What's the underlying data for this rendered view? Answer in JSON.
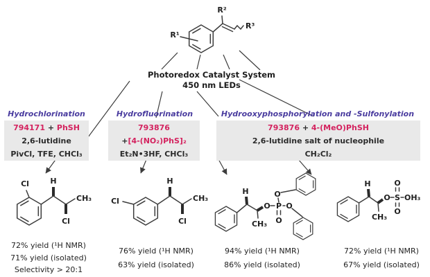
{
  "substrate": {
    "r1": "R¹",
    "r2": "R²",
    "r3": "R³"
  },
  "catalyst_system": {
    "line1": "Photoredox Catalyst System",
    "line2": "450 nm LEDs"
  },
  "branches": [
    {
      "title": "Hydrochlorination",
      "reagent_a": "794171",
      "plus": "+",
      "reagent_b": "PhSH",
      "base": "2,6-lutidine",
      "solvent": "PivCl, TFE, CHCl₃"
    },
    {
      "title": "Hydrofluorination",
      "reagent_a": "793876",
      "plus": "+",
      "reagent_b": "[4-(NO₂)PhS]₂",
      "solvent": "Et₂N•3HF, CHCl₃"
    },
    {
      "title": "Hydrooxyphosphorylation and -Sulfonylation",
      "reagent_a": "793876",
      "plus": "+",
      "reagent_b": "4-(MeO)PhSH",
      "base": "2,6-lutidine salt of nucleophile",
      "solvent": "CH₂Cl₂"
    }
  ],
  "products": [
    {
      "atoms": {
        "cl_top": "Cl",
        "h": "H",
        "ch3": "CH₃",
        "cl_bottom": "Cl"
      },
      "yields": [
        "72% yield (¹H NMR)",
        "71% yield (isolated)",
        "Selectivity > 20:1"
      ]
    },
    {
      "atoms": {
        "cl_left": "Cl",
        "h": "H",
        "ch3": "CH₃",
        "cl_bottom": "Cl"
      },
      "yields": [
        "76% yield (¹H NMR)",
        "63% yield (isolated)"
      ]
    },
    {
      "atoms": {
        "h": "H",
        "ch3": "CH₃",
        "o_ester": "O",
        "p": "P",
        "o_double": "O",
        "o_top": "O",
        "o_right": "O"
      },
      "yields": [
        "94% yield (¹H NMR)",
        "86% yield (isolated)"
      ]
    },
    {
      "atoms": {
        "h": "H",
        "ch3": "CH₃",
        "o_ester": "O",
        "s": "S",
        "o_top": "O",
        "o_bottom": "O",
        "oh3": "OH₃"
      },
      "yields": [
        "72% yield (¹H NMR)",
        "67% yield (isolated)"
      ]
    }
  ],
  "colors": {
    "branch_title": "#4a3c9f",
    "highlight": "#d4235f",
    "box_background": "#e9e9e9",
    "ink": "#2b2b2b"
  }
}
